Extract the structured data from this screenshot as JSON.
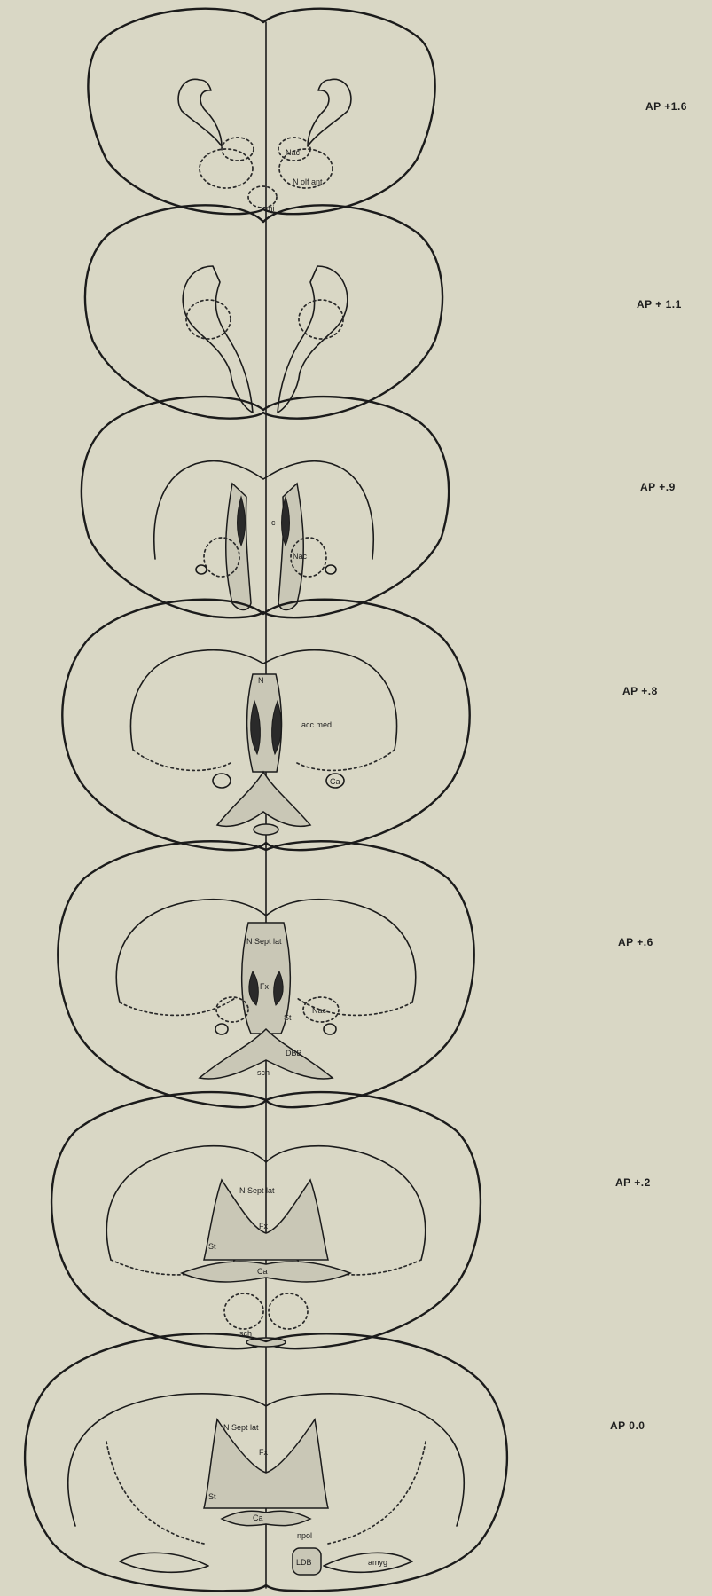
{
  "sections": [
    {
      "ap_label": "AP +1.6",
      "regions": [
        "Nac",
        "N olf ant",
        "mi"
      ]
    },
    {
      "ap_label": "AP + 1.1",
      "regions": []
    },
    {
      "ap_label": "AP +.9",
      "regions": [
        "Nac",
        "c"
      ]
    },
    {
      "ap_label": "AP +.8",
      "regions": [
        "N",
        "acc med",
        "Ca"
      ]
    },
    {
      "ap_label": "AP +.6",
      "regions": [
        "N Sept lat",
        "Fx",
        "St",
        "Nac",
        "DBB",
        "sch"
      ]
    },
    {
      "ap_label": "AP +.2",
      "regions": [
        "N Sept lat",
        "Fx",
        "St",
        "Ca",
        "sch"
      ]
    },
    {
      "ap_label": "AP 0.0",
      "regions": [
        "N Sept lat",
        "Fx",
        "St",
        "Ca",
        "npol",
        "LDB",
        "amyg"
      ]
    }
  ],
  "colors": {
    "background": "#d9d7c5",
    "ink": "#1b1b1b",
    "stipple": "#c9c7b6"
  }
}
